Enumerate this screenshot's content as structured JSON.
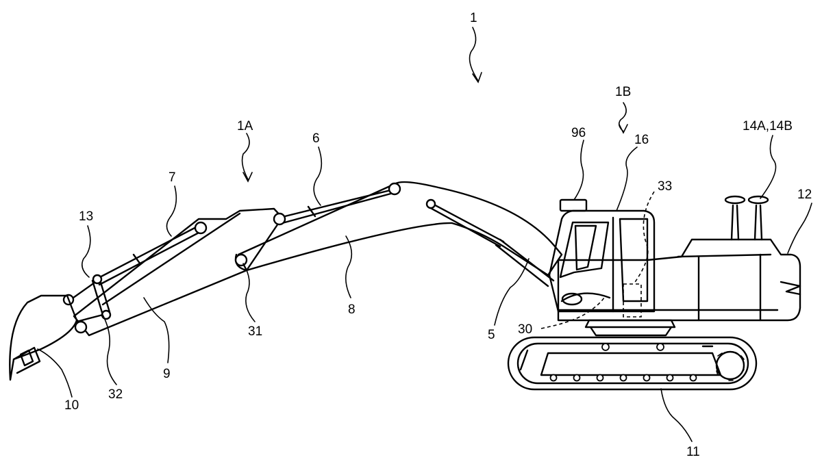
{
  "figure": {
    "labels": {
      "machine": "1",
      "front_work_device": "1A",
      "body": "1B",
      "swing_motor": "5",
      "boom_cylinder": "6",
      "arm_cylinder": "7",
      "boom": "8",
      "arm": "9",
      "bucket": "10",
      "lower_traveling_body": "11",
      "upper_swing_body": "12",
      "bucket_cylinder": "13",
      "gnss_antennas": "14A,14B",
      "cab": "16",
      "sensor_30": "30",
      "sensor_31": "31",
      "sensor_32": "32",
      "sensor_33": "33",
      "device_96": "96"
    }
  }
}
